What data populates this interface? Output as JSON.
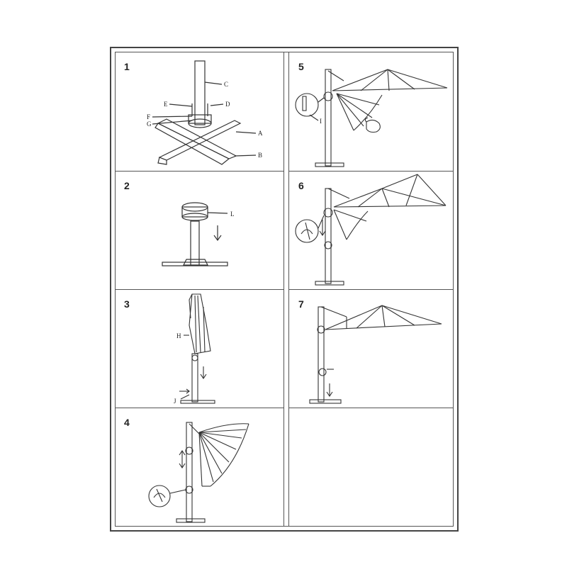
{
  "steps": [
    {
      "number": "1",
      "labels": {
        "C": "C",
        "E": "E",
        "D": "D",
        "F": "F",
        "G": "G",
        "A": "A",
        "B": "B"
      }
    },
    {
      "number": "2",
      "labels": {
        "L": "L"
      }
    },
    {
      "number": "3",
      "labels": {
        "H": "H",
        "J": "J"
      }
    },
    {
      "number": "4",
      "labels": {}
    },
    {
      "number": "5",
      "labels": {
        "I": "I"
      }
    },
    {
      "number": "6",
      "labels": {}
    },
    {
      "number": "7",
      "labels": {}
    }
  ]
}
